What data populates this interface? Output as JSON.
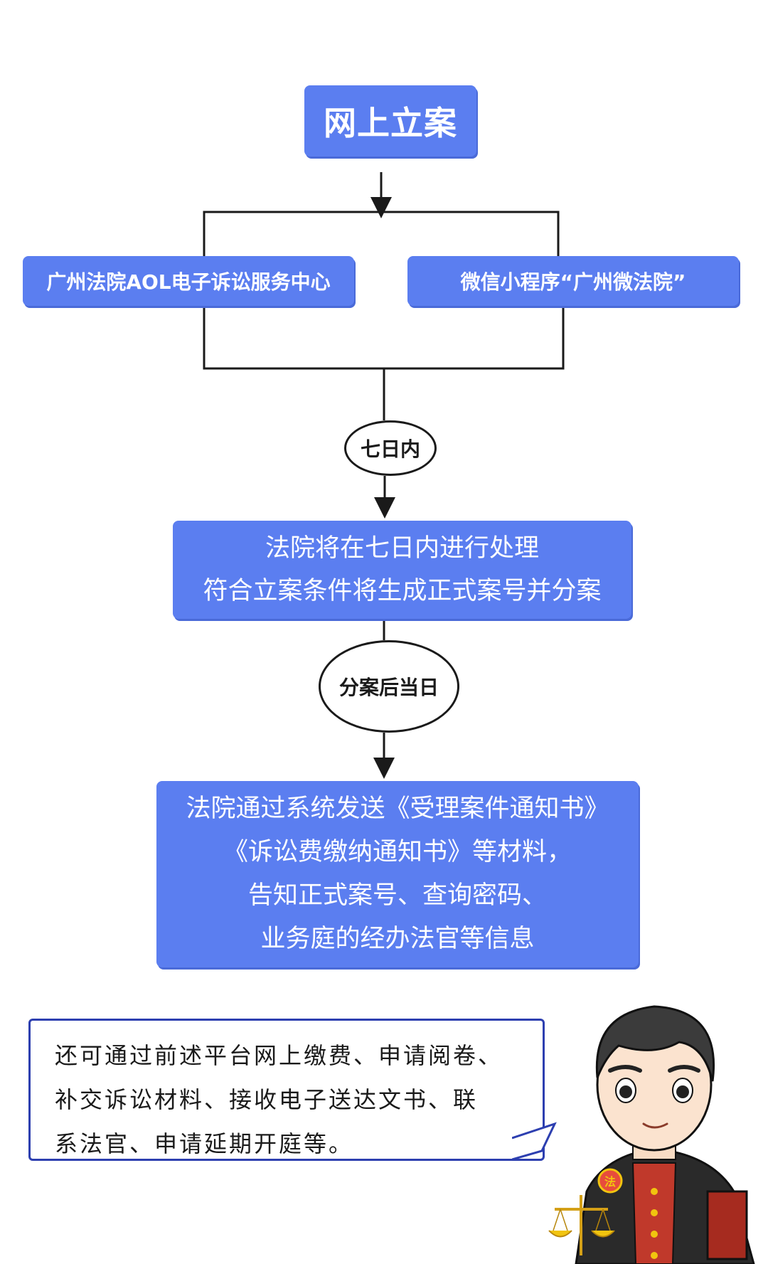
{
  "flow": {
    "title": "网上立案",
    "platforms": {
      "aol": "广州法院AOL电子诉讼服务中心",
      "wechat": "微信小程序“广州微法院”"
    },
    "step1_label": "七日内",
    "process_lines": [
      "法院将在七日内进行处理",
      "符合立案条件将生成正式案号并分案"
    ],
    "step2_label": "分案后当日",
    "notice_lines": [
      "法院通过系统发送《受理案件通知书》",
      "《诉讼费缴纳通知书》等材料，",
      "告知正式案号、查询密码、",
      "业务庭的经办法官等信息"
    ]
  },
  "note": {
    "lines": [
      "还可通过前述平台网上缴费、申请阅卷、",
      "补交诉讼材料、接收电子送达文书、联",
      "系法官、申请延期开庭等。"
    ]
  },
  "colors": {
    "box_fill": "#5b7ef0",
    "box_text": "#ffffff",
    "line": "#1a1a1a",
    "note_border": "#2d3fb0"
  },
  "figure": {
    "badge_text": "法"
  }
}
